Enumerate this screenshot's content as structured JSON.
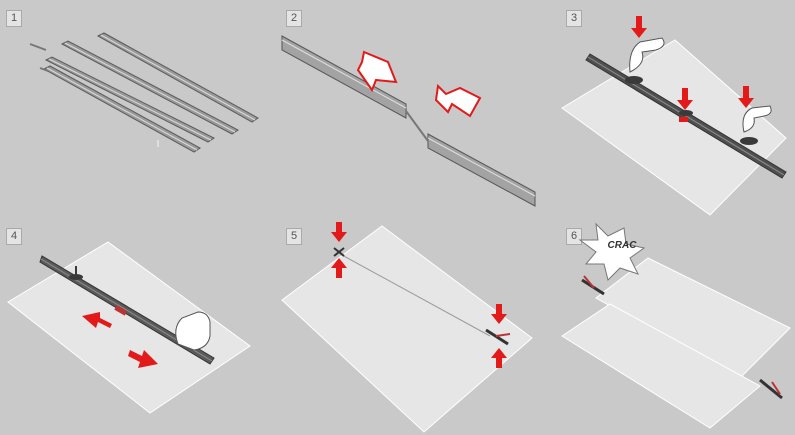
{
  "steps": [
    {
      "number": "1"
    },
    {
      "number": "2"
    },
    {
      "number": "3"
    },
    {
      "number": "4"
    },
    {
      "number": "5"
    },
    {
      "number": "6"
    }
  ],
  "callouts": {
    "crack_word": "CRAC"
  },
  "colors": {
    "background": "#c9c9c9",
    "board": "#e6e6e6",
    "rail": "#8c8c8c",
    "rail_dark": "#4f4f4f",
    "accent_red": "#e21a1a",
    "white": "#ffffff"
  }
}
